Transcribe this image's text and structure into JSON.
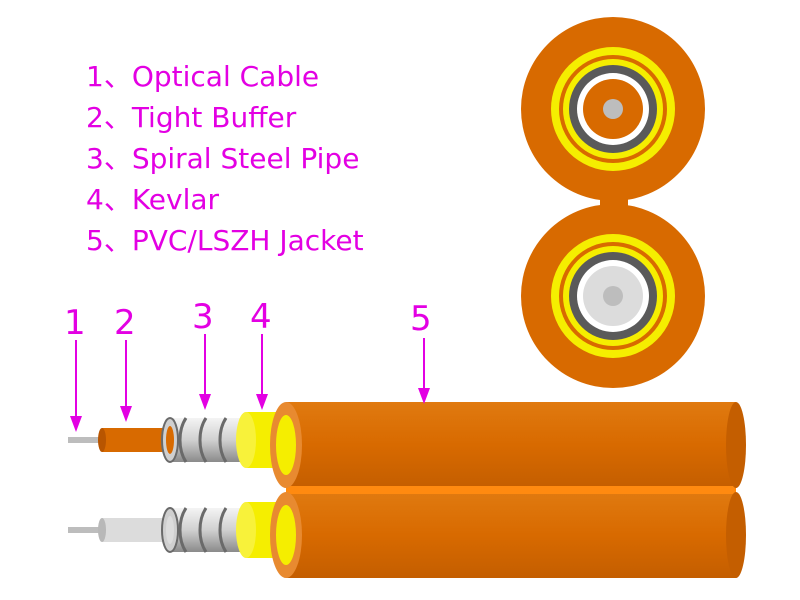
{
  "legend": [
    "1、Optical Cable",
    "2、Tight Buffer",
    "3、Spiral Steel Pipe",
    "4、Kevlar",
    "5、PVC/LSZH Jacket"
  ],
  "callouts": [
    "1",
    "2",
    "3",
    "4",
    "5"
  ],
  "colors": {
    "label": "#e300e3",
    "jacket": "#d86a00",
    "jacket_dark": "#b85500",
    "kevlar": "#f5ee00",
    "steel": "#5a5a5a",
    "buffer_top": "#d86a00",
    "buffer_bottom": "#dcdcdc",
    "fiber": "#bdbdbd"
  }
}
